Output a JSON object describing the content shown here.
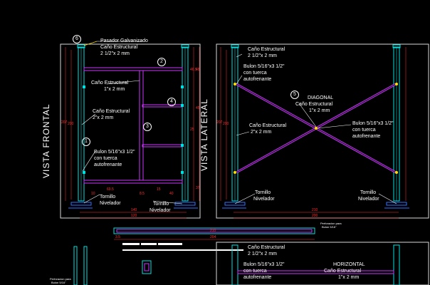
{
  "views": {
    "frontal": "VISTA FRONTAL",
    "lateral": "VISTA LATERAL"
  },
  "labels": {
    "pasador": "Pasador Galvanizado",
    "cano_2_5x2": "Caño Estructural",
    "cano_2_5x2_sub": "2 1/2\"x 2 mm",
    "cano_1x2": "Caño Estructural",
    "cano_1x2_sub": "1\"x 2 mm",
    "cano_2x2": "Caño Estructural",
    "cano_2x2_sub": "2\"x 2 mm",
    "bulon_a": "Bulon 5/16\"x3 1/2\"",
    "bulon_b": "con tuerca",
    "bulon_c": "autofrenante",
    "tornillo": "Tornillo",
    "nivelador": "Nivelador",
    "diagonal": "DIAGONAL",
    "horizontal": "HORIZONTAL",
    "perforacion_a": "Perforacion para",
    "perforacion_b": "Bulon 5/16\""
  },
  "callouts": [
    "6",
    "2",
    "4",
    "3",
    "1",
    "5"
  ],
  "dims": {
    "front_width": "140",
    "front_width2": "120",
    "front_height": "207",
    "front_height2": "200",
    "lat_width": "210",
    "lat_width2": "200",
    "lat_height": "207",
    "lat_height2": "200",
    "seg_a": "48",
    "seg_b": "45",
    "seg_c": "46.5",
    "seg_d": "25",
    "seg_e": "37",
    "seg_f": "69.5",
    "seg_g": "15",
    "seg_h": "8.5",
    "seg_i": "40",
    "seg_j": "10",
    "bar_a": "3.5",
    "bar_b": "204",
    "bar_c": "210"
  },
  "colors": {
    "frame": "#e6e6e6",
    "tube": "#00e0e0",
    "brace": "#cc33ff",
    "dim": "#ff3030",
    "text": "#ffffff",
    "leader": "#ffe000",
    "base": "#3070ff"
  }
}
